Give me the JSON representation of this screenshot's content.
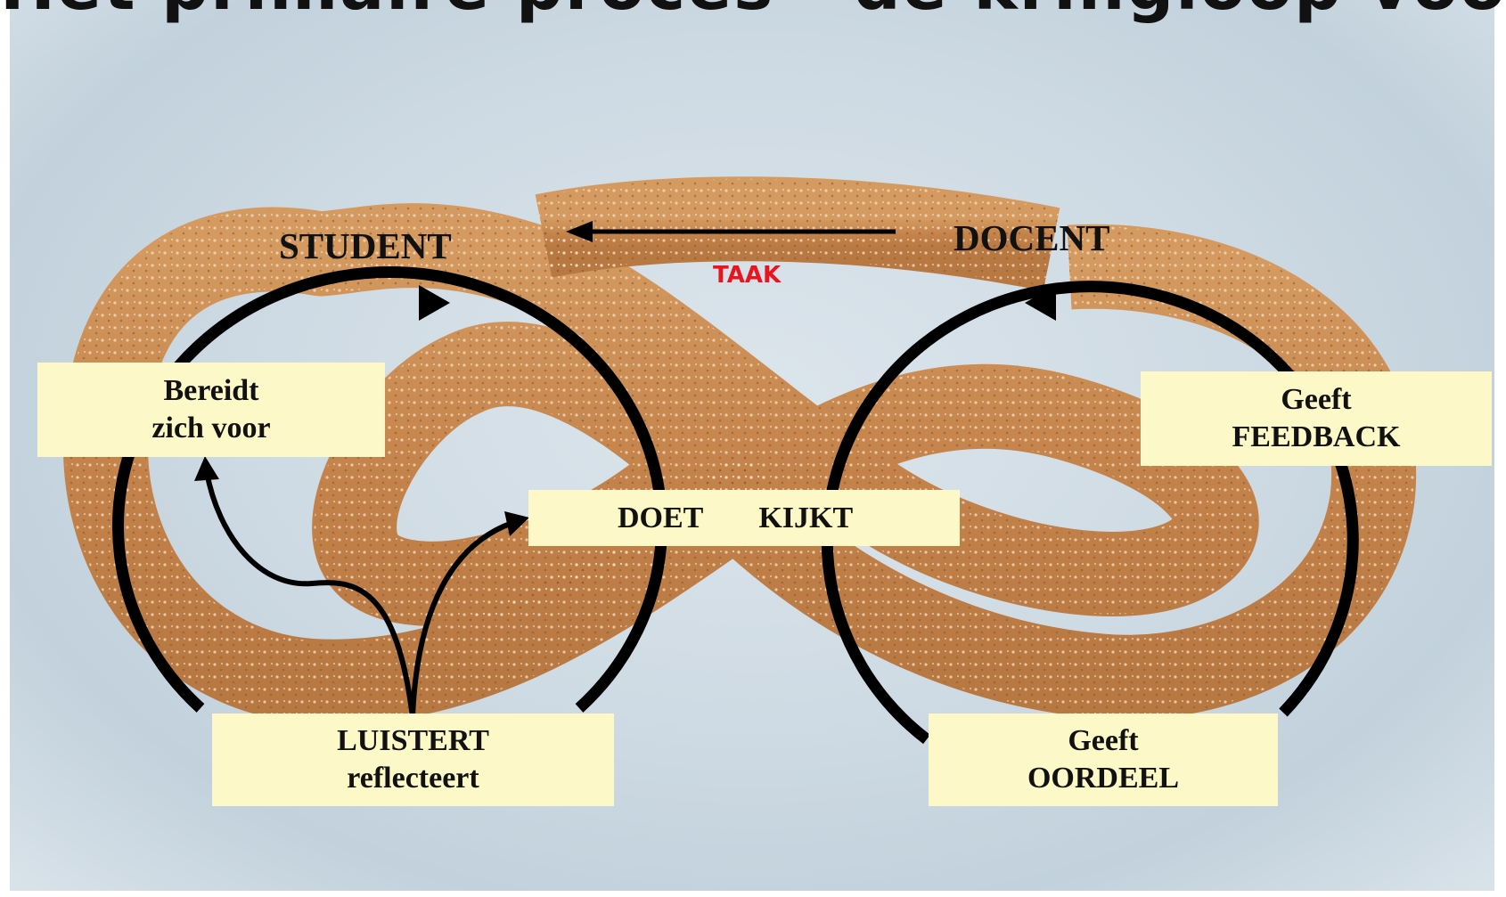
{
  "title": "Het primaire proces - de kringloop voor leren",
  "labels": {
    "student": "STUDENT",
    "docent": "DOCENT",
    "taak": "TAAK"
  },
  "boxes": {
    "bereidt": {
      "line1": "Bereidt",
      "line2": "zich voor"
    },
    "feedback": {
      "line1": "Geeft",
      "line2": "FEEDBACK"
    },
    "doet": "DOET",
    "kijkt": "KIJKT",
    "luistert": {
      "line1": "LUISTERT",
      "line2": "reflecteert"
    },
    "oordeel": {
      "line1": "Geeft",
      "line2": "OORDEEL"
    }
  },
  "colors": {
    "box_fill": "#fcf8c8",
    "taak_text": "#e8141e",
    "pretzel": "#c8874f",
    "background": "#cfdbe4"
  }
}
